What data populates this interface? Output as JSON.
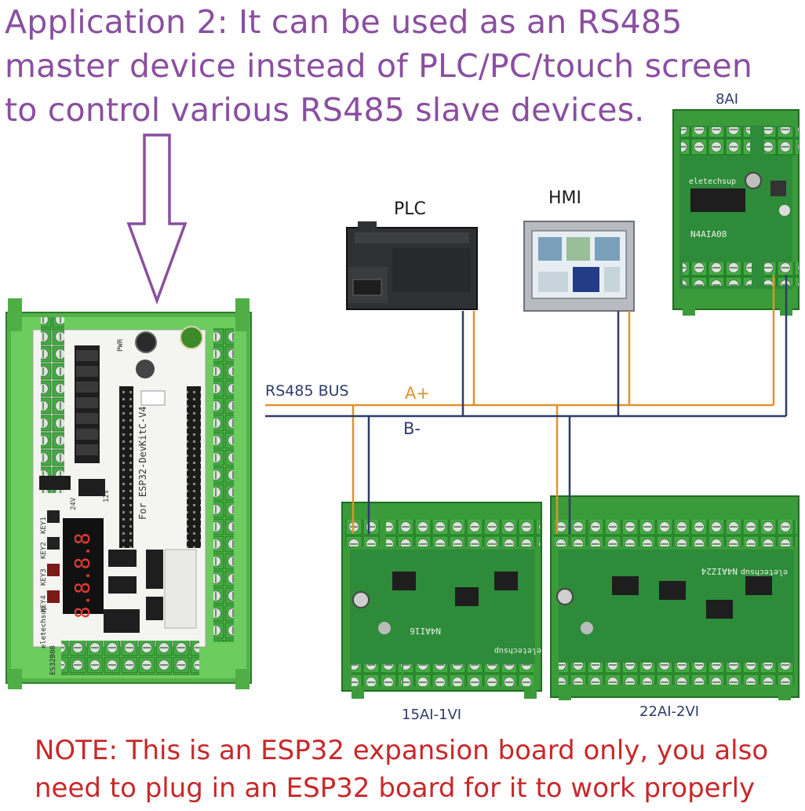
{
  "heading": {
    "line1": "Application 2: It can be used as an RS485",
    "line2": "master device instead of PLC/PC/touch screen",
    "line3": "to control various RS485 slave devices."
  },
  "devices": {
    "plc": "PLC",
    "hmi": "HMI",
    "module_8ai": "8AI",
    "module_15ai": "15AI-1VI",
    "module_22ai": "22AI-2VI"
  },
  "bus": {
    "name": "RS485 BUS",
    "a_plus": "A+",
    "b_minus": "B-",
    "a_color": "#e0922e",
    "b_color": "#2f3b6a"
  },
  "main_board": {
    "title": "For ESP32-DevKitC-V4",
    "brand": "eletechsup",
    "model": "ES32B08",
    "pwr": "PWR",
    "v12": "12V",
    "v24": "24V",
    "keys": [
      "KEY1",
      "KEY2",
      "KEY3",
      "KEY4"
    ],
    "display": "8.8.8.8"
  },
  "board_labels": {
    "m8ai_model": "N4AIA08",
    "m8ai_brand": "eletechsup",
    "m15_model": "N4AI16",
    "m15_brand": "eletechsup",
    "m22_model": "N4AIZ24",
    "m22_brand": "eletechsup"
  },
  "note": {
    "line1": "NOTE: This is an ESP32 expansion board only, you also",
    "line2": "need to plug in an ESP32 board for it to work properly"
  },
  "colors": {
    "heading": "#8a4fa0",
    "note": "#c8282a",
    "pcb_green": "#2e8b3a",
    "terminal_green": "#4cbf4a"
  }
}
